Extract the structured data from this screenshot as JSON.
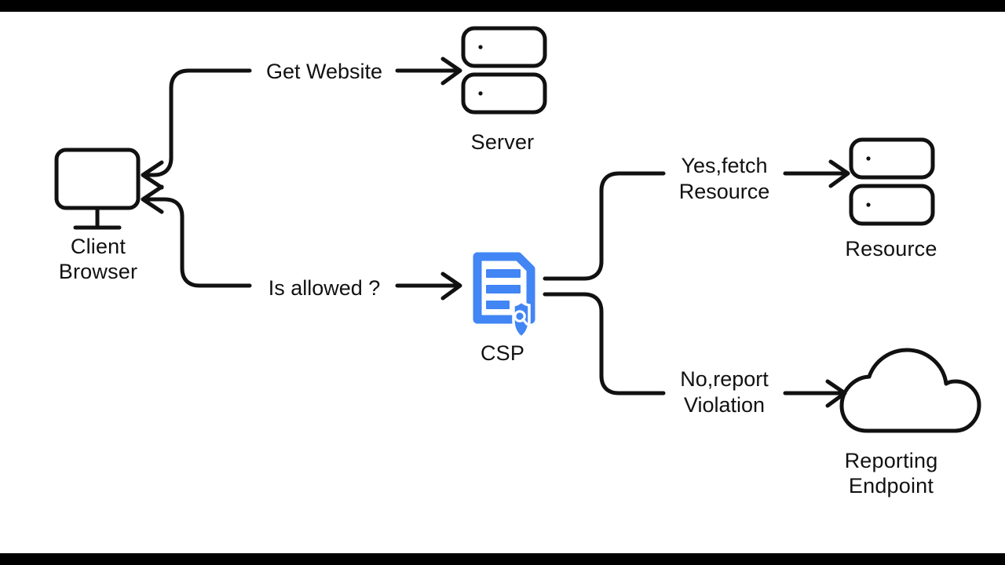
{
  "diagram": {
    "title": "CSP request flow diagram",
    "background_color": "#ffffff",
    "stroke_color": "#111111",
    "accent_color": "#4285f4",
    "letterbox_color": "#000000",
    "nodes": [
      {
        "id": "client-browser",
        "label": "Client\nBrowser",
        "icon": "monitor-icon"
      },
      {
        "id": "server",
        "label": "Server",
        "icon": "server-stack-icon"
      },
      {
        "id": "csp",
        "label": "CSP",
        "icon": "document-shield-search-icon"
      },
      {
        "id": "resource",
        "label": "Resource",
        "icon": "server-stack-icon"
      },
      {
        "id": "reporting-endpoint",
        "label": "Reporting\nEndpoint",
        "icon": "cloud-icon"
      }
    ],
    "edges": [
      {
        "id": "get-website",
        "label": "Get Website",
        "from": "client-browser",
        "to": "server"
      },
      {
        "id": "is-allowed",
        "label": "Is allowed ?",
        "from": "client-browser",
        "to": "csp"
      },
      {
        "id": "yes-fetch-resource",
        "label": "Yes,fetch\nResource",
        "from": "csp",
        "to": "resource"
      },
      {
        "id": "no-report-violation",
        "label": "No,report\nViolation",
        "from": "csp",
        "to": "reporting-endpoint"
      }
    ]
  }
}
